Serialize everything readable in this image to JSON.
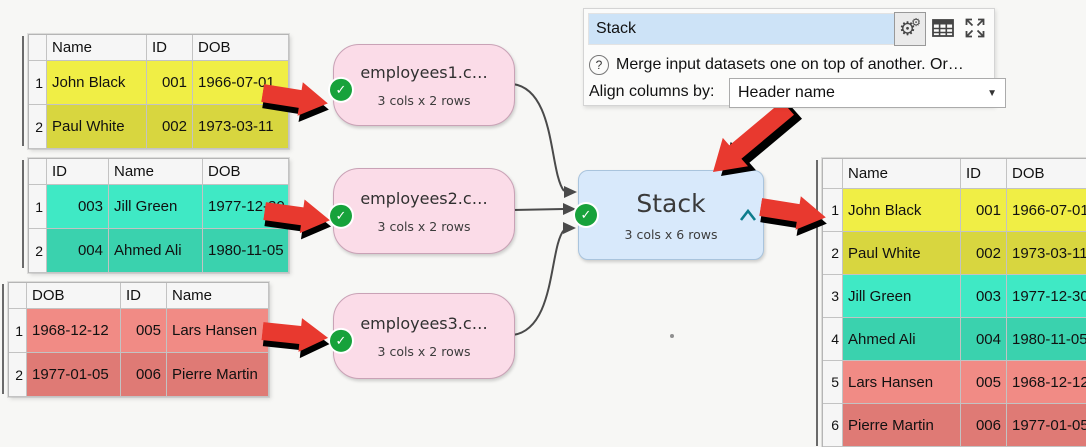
{
  "colors": {
    "yellow_row": "#F0EE45",
    "yellow_row_alt": "#D8D63F",
    "teal_row": "#3FE9C5",
    "teal_row_alt": "#3AD2AE",
    "salmon_row": "#F18B85",
    "salmon_row_alt": "#DF7A75",
    "node_pink": "#FBDCE8",
    "stack_blue": "#D8E9FB",
    "check_green": "#17A23B",
    "arrow_red": "#E8392F",
    "name_field_blue": "#CDE3F7",
    "caret_teal": "#0E7C8C"
  },
  "icons": {
    "check": "✓",
    "gear": "⚙",
    "question": "?",
    "dropdown": "▼"
  },
  "input_tables": [
    {
      "name": "employees1",
      "columns": [
        "Name",
        "ID",
        "DOB"
      ],
      "row_numbers": [
        "1",
        "2"
      ],
      "rows": [
        [
          "John Black",
          "001",
          "1966-07-01"
        ],
        [
          "Paul White",
          "002",
          "1973-03-11"
        ]
      ]
    },
    {
      "name": "employees2",
      "columns": [
        "ID",
        "Name",
        "DOB"
      ],
      "row_numbers": [
        "1",
        "2"
      ],
      "rows": [
        [
          "003",
          "Jill Green",
          "1977-12-30"
        ],
        [
          "004",
          "Ahmed Ali",
          "1980-11-05"
        ]
      ]
    },
    {
      "name": "employees3",
      "columns": [
        "DOB",
        "ID",
        "Name"
      ],
      "row_numbers": [
        "1",
        "2"
      ],
      "rows": [
        [
          "1968-12-12",
          "005",
          "Lars Hansen"
        ],
        [
          "1977-01-05",
          "006",
          "Pierre Martin"
        ]
      ]
    }
  ],
  "nodes": [
    {
      "title": "employees1.c…",
      "subtitle": "3 cols x 2 rows"
    },
    {
      "title": "employees2.c…",
      "subtitle": "3 cols x 2 rows"
    },
    {
      "title": "employees3.c…",
      "subtitle": "3 cols x 2 rows"
    }
  ],
  "stack_node": {
    "title": "Stack",
    "subtitle": "3 cols x 6 rows"
  },
  "panel": {
    "name_value": "Stack",
    "help_text": "Merge input datasets one on top of another. Or…",
    "align_label": "Align columns by:",
    "align_value": "Header name"
  },
  "output_table": {
    "columns": [
      "Name",
      "ID",
      "DOB"
    ],
    "row_numbers": [
      "1",
      "2",
      "3",
      "4",
      "5",
      "6"
    ],
    "rows": [
      [
        "John Black",
        "001",
        "1966-07-01"
      ],
      [
        "Paul White",
        "002",
        "1973-03-11"
      ],
      [
        "Jill Green",
        "003",
        "1977-12-30"
      ],
      [
        "Ahmed Ali",
        "004",
        "1980-11-05"
      ],
      [
        "Lars Hansen",
        "005",
        "1968-12-12"
      ],
      [
        "Pierre Martin",
        "006",
        "1977-01-05"
      ]
    ]
  }
}
